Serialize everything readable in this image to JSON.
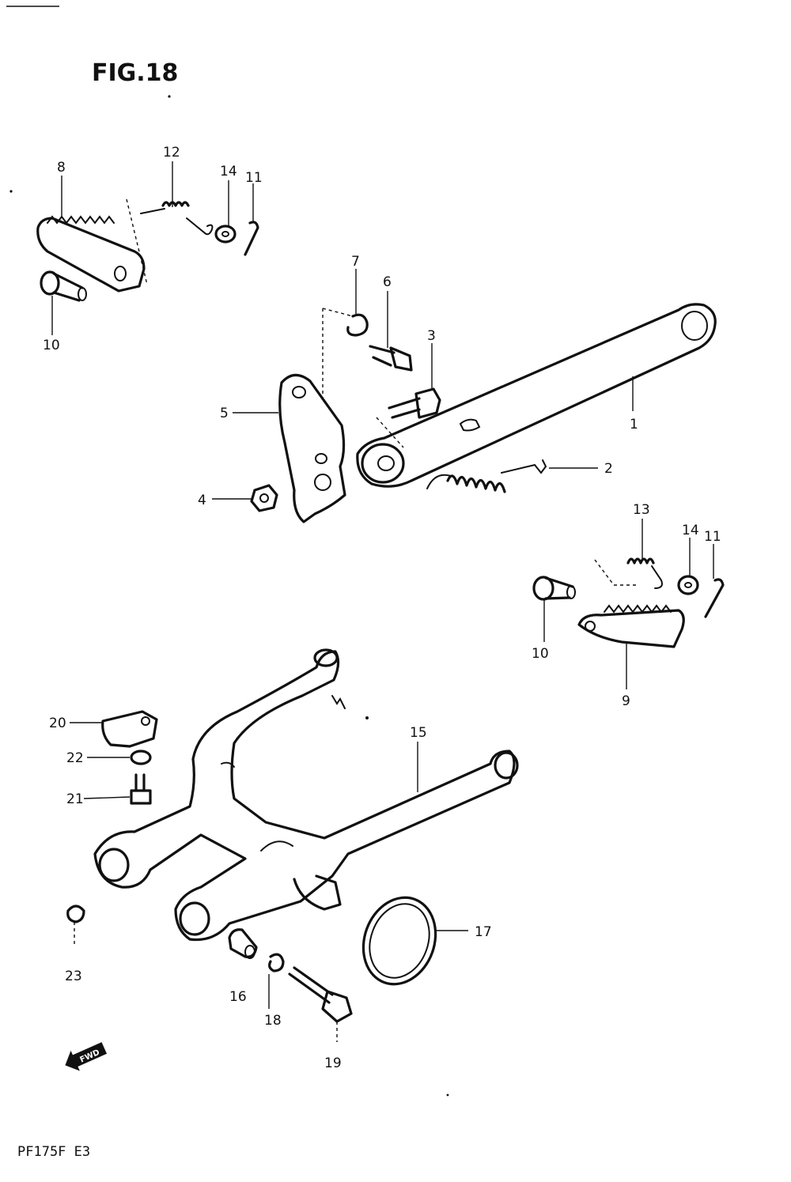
{
  "figure": {
    "title": "FIG.18",
    "model_code": "PF175F E3"
  },
  "fwd_arrow": {
    "label": "FWD",
    "icon": "fwd-arrow-icon"
  },
  "callouts": {
    "c1": "1",
    "c2": "2",
    "c3": "3",
    "c4": "4",
    "c5": "5",
    "c6": "6",
    "c7": "7",
    "c8": "8",
    "c9": "9",
    "c10a": "10",
    "c10b": "10",
    "c11a": "11",
    "c11b": "11",
    "c12": "12",
    "c13": "13",
    "c14a": "14",
    "c14b": "14",
    "c15": "15",
    "c16": "16",
    "c17": "17",
    "c18": "18",
    "c19": "19",
    "c20": "20",
    "c21": "21",
    "c22": "22",
    "c23": "23"
  }
}
